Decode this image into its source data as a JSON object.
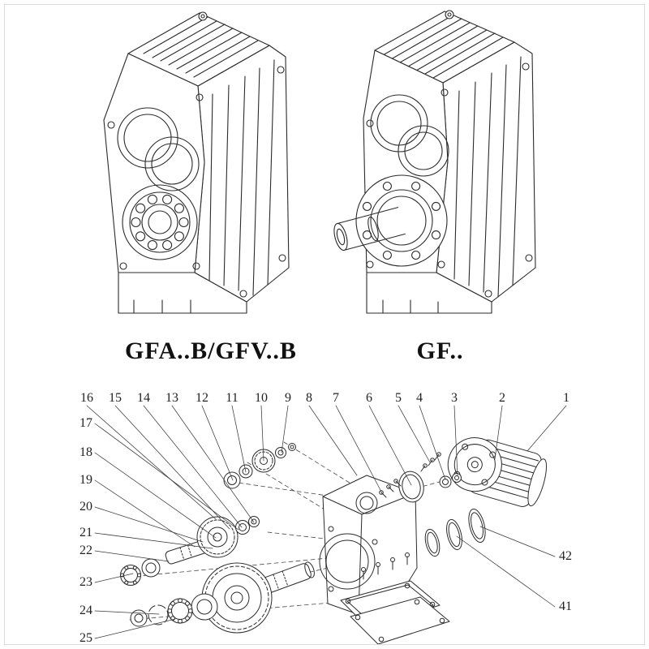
{
  "colors": {
    "line": "#2b2b2b",
    "frame": "#dcdcdc"
  },
  "products": {
    "left": {
      "caption": "GFA..B/GFV..B"
    },
    "right": {
      "caption": "GF.."
    }
  },
  "exploded": {
    "top_row": [
      "16",
      "15",
      "14",
      "13",
      "12",
      "11",
      "10",
      "9",
      "8",
      "7",
      "6",
      "5",
      "4",
      "3",
      "2",
      "1"
    ],
    "left_column": [
      "17",
      "18",
      "19",
      "20",
      "21",
      "22",
      "23",
      "24",
      "25"
    ],
    "right_column": [
      "42",
      "41"
    ]
  }
}
